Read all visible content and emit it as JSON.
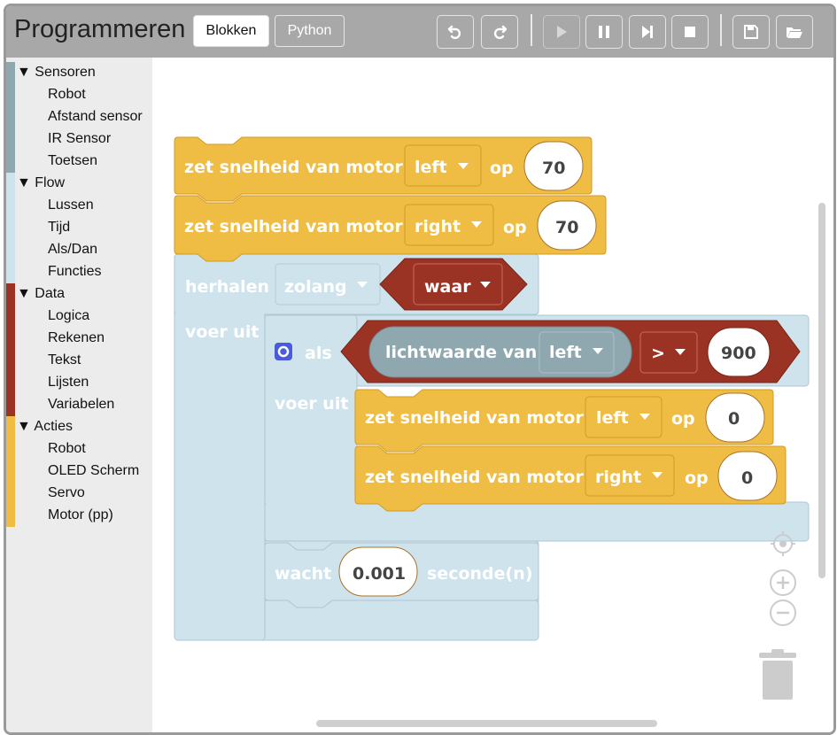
{
  "header": {
    "title": "Programmeren",
    "tabs": [
      {
        "label": "Blokken",
        "active": true
      },
      {
        "label": "Python",
        "active": false
      }
    ],
    "toolbar": [
      {
        "icon": "undo-icon"
      },
      {
        "icon": "redo-icon"
      },
      {
        "icon": "play-icon"
      },
      {
        "icon": "pause-icon"
      },
      {
        "icon": "step-icon"
      },
      {
        "icon": "stop-icon"
      },
      {
        "icon": "save-icon"
      },
      {
        "icon": "open-folder-icon"
      }
    ]
  },
  "sidebar": {
    "categories": [
      {
        "label": "Sensoren",
        "color": "#8fa8b0",
        "items": [
          "Robot",
          "Afstand sensor",
          "IR Sensor",
          "Toetsen"
        ]
      },
      {
        "label": "Flow",
        "color": "#cfe3ec",
        "items": [
          "Lussen",
          "Tijd",
          "Als/Dan",
          "Functies"
        ]
      },
      {
        "label": "Data",
        "color": "#9b3324",
        "items": [
          "Logica",
          "Rekenen",
          "Tekst",
          "Lijsten",
          "Variabelen"
        ]
      },
      {
        "label": "Acties",
        "color": "#efbd44",
        "items": [
          "Robot",
          "OLED Scherm",
          "Servo",
          "Motor (pp)"
        ]
      }
    ]
  },
  "colors": {
    "motor_block": "#efbd44",
    "loop_block": "#cfe3ec",
    "logic_block": "#9b3324",
    "sensor_block": "#8fa8b0"
  },
  "blocks": {
    "motor1": {
      "label": "zet snelheid van motor",
      "motor": "left",
      "op": "op",
      "value": "70"
    },
    "motor2": {
      "label": "zet snelheid van motor",
      "motor": "right",
      "op": "op",
      "value": "70"
    },
    "loop": {
      "label": "herhalen",
      "mode": "zolang",
      "condition": "waar",
      "do": "voer uit"
    },
    "if": {
      "label": "als",
      "sensor_label": "lichtwaarde van",
      "sensor_side": "left",
      "operator": ">",
      "threshold": "900",
      "do": "voer uit",
      "motor_a": {
        "label": "zet snelheid van motor",
        "motor": "left",
        "op": "op",
        "value": "0"
      },
      "motor_b": {
        "label": "zet snelheid van motor",
        "motor": "right",
        "op": "op",
        "value": "0"
      }
    },
    "wait": {
      "label": "wacht",
      "value": "0.001",
      "unit": "seconde(n)"
    }
  }
}
